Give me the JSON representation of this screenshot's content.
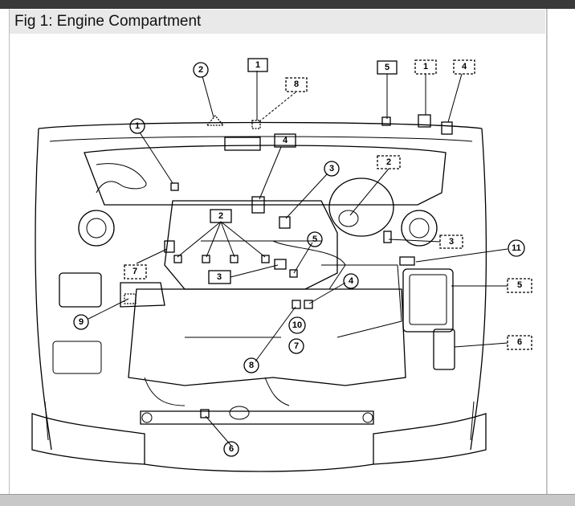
{
  "header": {
    "title": "Fig 1: Engine Compartment"
  },
  "callouts": {
    "c1": "1",
    "c2": "2",
    "c3": "3",
    "c4": "4",
    "c5": "5",
    "c6": "6",
    "c7": "7",
    "c8": "8",
    "c9": "9",
    "c10": "10",
    "c11": "11"
  },
  "legend_keys": {
    "solid_box": "1",
    "dashed_box": "1"
  }
}
